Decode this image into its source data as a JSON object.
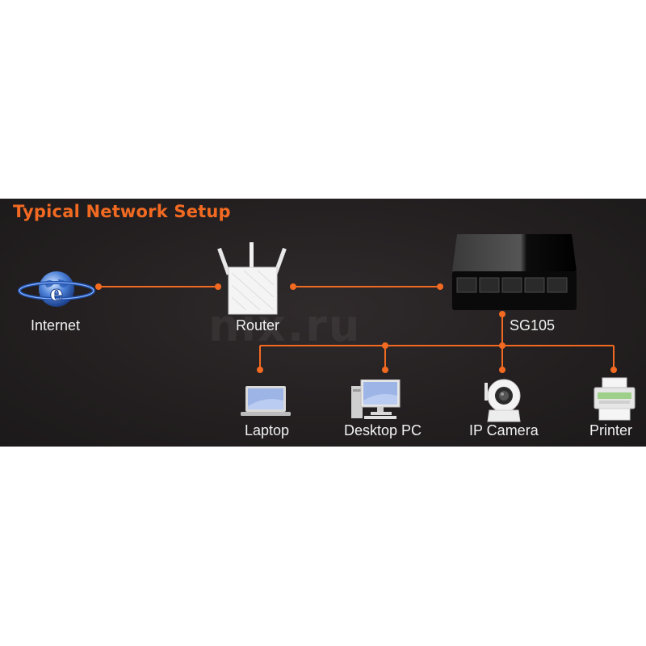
{
  "title": "Typical Network Setup",
  "watermark": "nix.ru",
  "colors": {
    "accent": "#f26a21",
    "background": "#231f20",
    "label": "#f2f2f2"
  },
  "nodes": {
    "internet": {
      "label": "Internet",
      "icon": "globe-icon"
    },
    "router": {
      "label": "Router",
      "icon": "router-icon"
    },
    "switch": {
      "label": "SG105",
      "icon": "switch-icon"
    },
    "laptop": {
      "label": "Laptop",
      "icon": "laptop-icon"
    },
    "desktop": {
      "label": "Desktop PC",
      "icon": "desktop-icon"
    },
    "camera": {
      "label": "IP Camera",
      "icon": "camera-icon"
    },
    "printer": {
      "label": "Printer",
      "icon": "printer-icon"
    }
  },
  "connections": [
    [
      "internet",
      "router"
    ],
    [
      "router",
      "switch"
    ],
    [
      "switch",
      "laptop"
    ],
    [
      "switch",
      "desktop"
    ],
    [
      "switch",
      "camera"
    ],
    [
      "switch",
      "printer"
    ]
  ]
}
